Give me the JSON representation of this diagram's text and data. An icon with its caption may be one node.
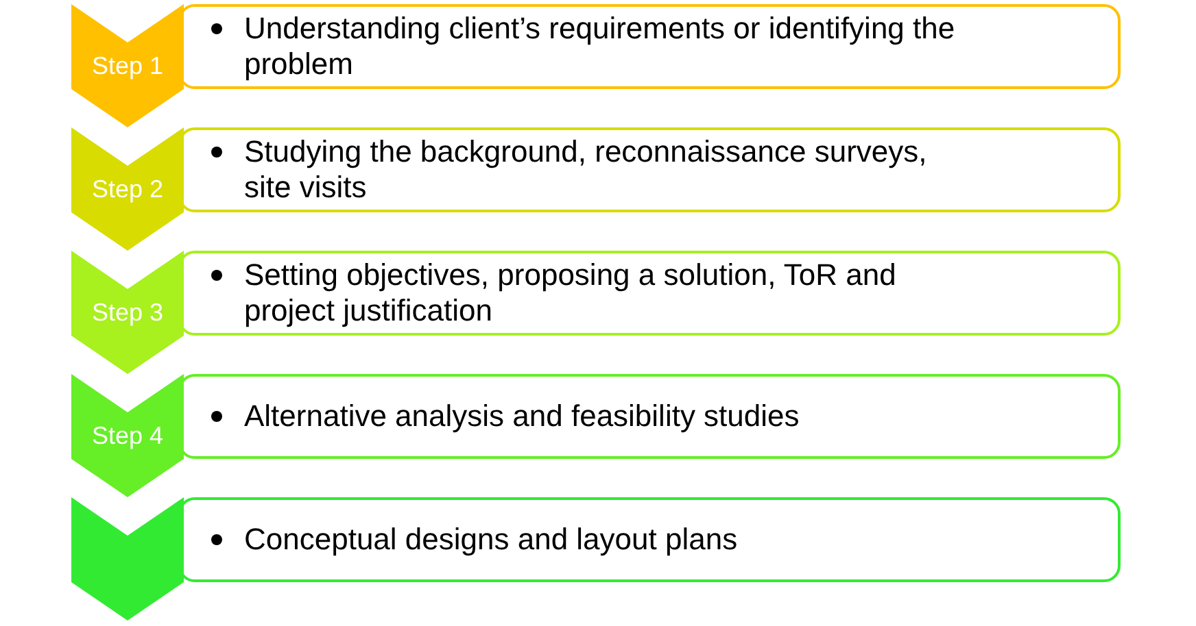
{
  "diagram": {
    "nodes": [
      {
        "text": [
          "Step 1"
        ]
      },
      {
        "text": [
          "Understanding client’s requirements or identifying the problem"
        ]
      },
      {
        "text": [
          "Step 2"
        ]
      },
      {
        "text": [
          "Studying the background, reconnaissance surveys, site visits"
        ]
      },
      {
        "text": [
          "Step 3"
        ]
      },
      {
        "text": [
          "Setting objectives, proposing a solution, ToR and project justification"
        ]
      },
      {
        "text": [
          "Step 4"
        ]
      },
      {
        "text": [
          "Alternative analysis and feasibility studies"
        ]
      },
      {
        "text": [],
        "shape": "chevron"
      },
      {
        "text": [
          "Conceptual designs and layout plans"
        ]
      }
    ]
  }
}
